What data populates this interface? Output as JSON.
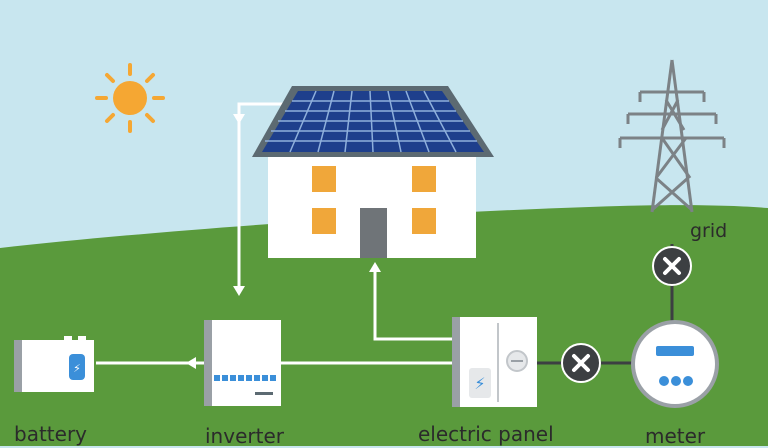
{
  "labels": {
    "battery": "battery",
    "inverter": "inverter",
    "electric_panel": "electric panel",
    "meter": "meter",
    "grid": "grid"
  },
  "icons": {
    "sun": "sun-icon",
    "solar_array": "solar-panel-icon",
    "house": "house-icon",
    "transmission_tower": "transmission-tower-icon",
    "battery": "battery-icon",
    "inverter": "inverter-icon",
    "electric_panel": "electric-panel-icon",
    "meter": "meter-icon",
    "disconnect": "disconnect-x-icon"
  },
  "colors": {
    "sky": "#c8e6ef",
    "grass": "#5a9a3c",
    "sun": "#f5a733",
    "solar": "#1e3f8c",
    "roof_frame": "#5c6a72",
    "house": "#ffffff",
    "window": "#f0a73a",
    "door": "#6f7478",
    "wire": "#ffffff",
    "device_side": "#9aa0a6",
    "accent_blue": "#3b8fd9",
    "dark_node": "#3c3f42",
    "text": "#2b2b2b"
  }
}
